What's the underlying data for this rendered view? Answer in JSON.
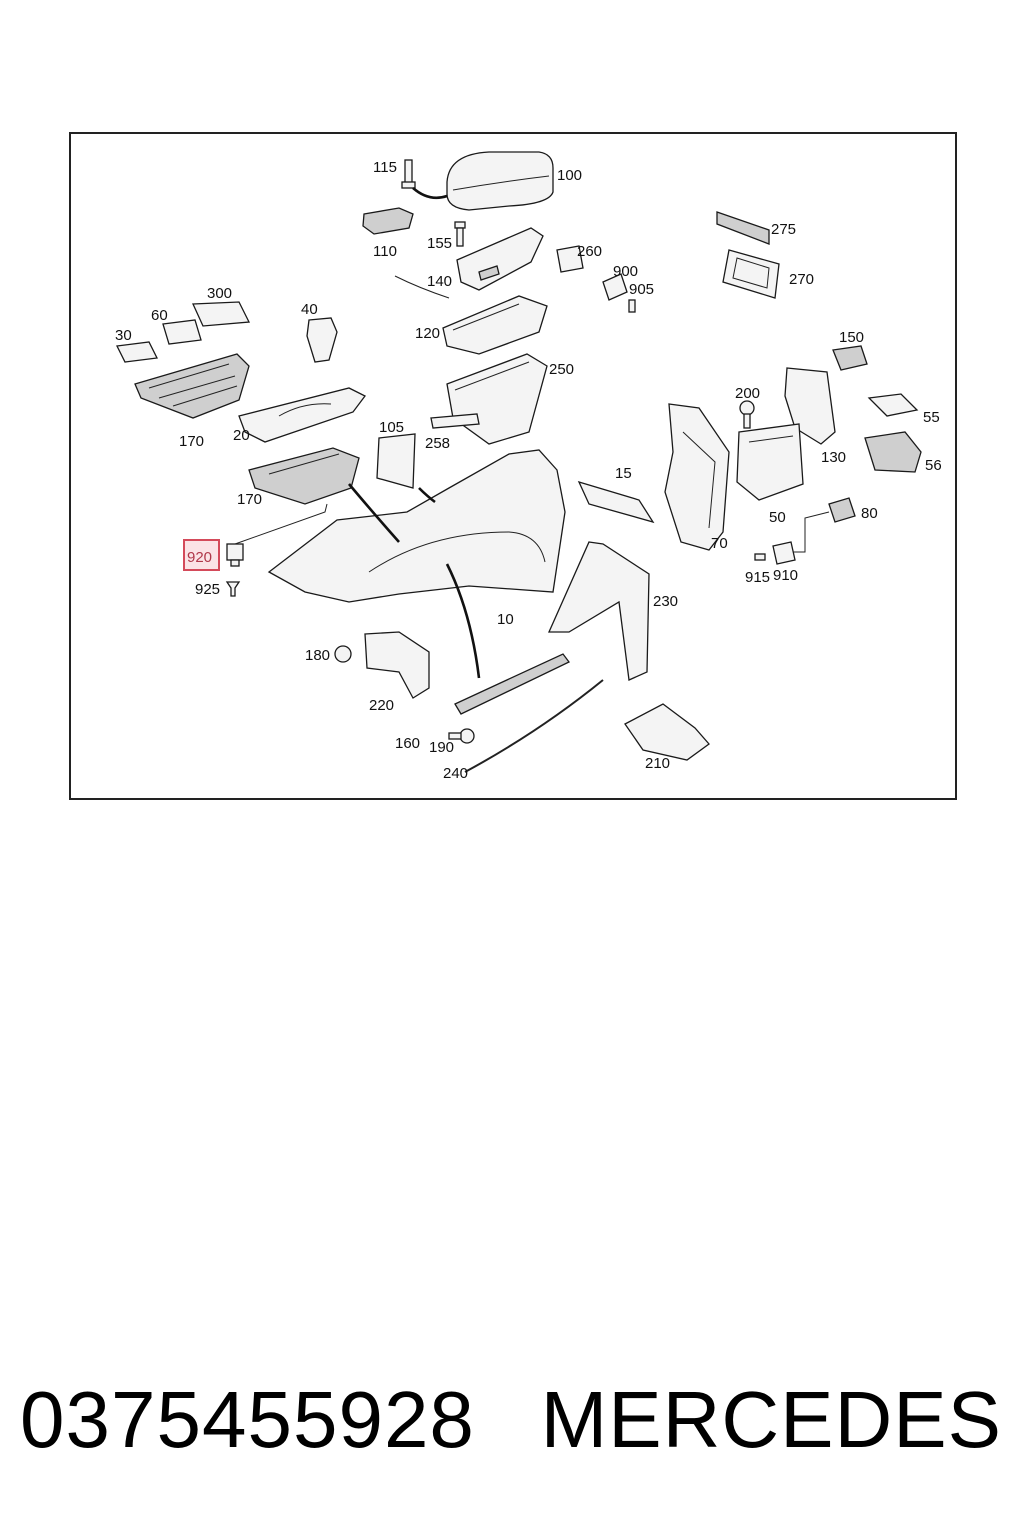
{
  "diagram": {
    "callouts": {
      "c115": "115",
      "c100": "100",
      "c110": "110",
      "c155": "155",
      "c140": "140",
      "c260": "260",
      "c900": "900",
      "c905": "905",
      "c275": "275",
      "c270": "270",
      "c300": "300",
      "c60": "60",
      "c30": "30",
      "c40": "40",
      "c120": "120",
      "c250": "250",
      "c150": "150",
      "c170a": "170",
      "c20": "20",
      "c200": "200",
      "c55": "55",
      "c105": "105",
      "c258": "258",
      "c130": "130",
      "c56": "56",
      "c170b": "170",
      "c15": "15",
      "c50": "50",
      "c80": "80",
      "c70": "70",
      "c920": "920",
      "c925": "925",
      "c915": "915",
      "c910": "910",
      "c230": "230",
      "c10": "10",
      "c180": "180",
      "c220": "220",
      "c160": "160",
      "c190": "190",
      "c240": "240",
      "c210": "210"
    },
    "highlighted_callout": "920",
    "highlight_color": "#d44a5a"
  },
  "footer": {
    "part_number": "0375455928",
    "brand": "MERCEDES"
  }
}
